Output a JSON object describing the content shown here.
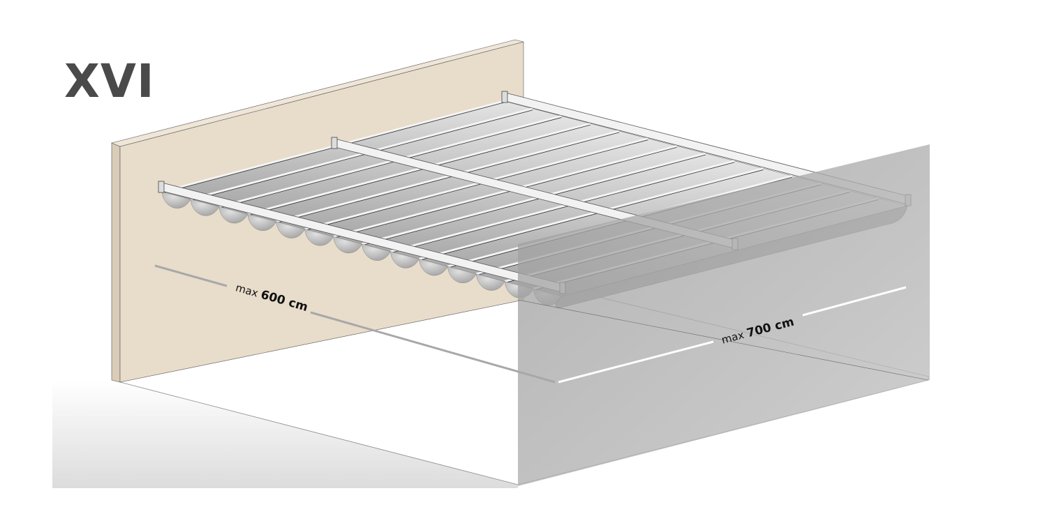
{
  "title": "XVI",
  "dimensions": {
    "depth": {
      "prefix": "max",
      "value": "600 cm"
    },
    "width": {
      "prefix": "max",
      "value": "700 cm"
    }
  },
  "colors": {
    "wall": "#e8dccb",
    "glass_wall": "#b8b8b8",
    "slat": "#c9c9c9",
    "beam": "#f2f2f2",
    "title": "#4a4a4a"
  }
}
